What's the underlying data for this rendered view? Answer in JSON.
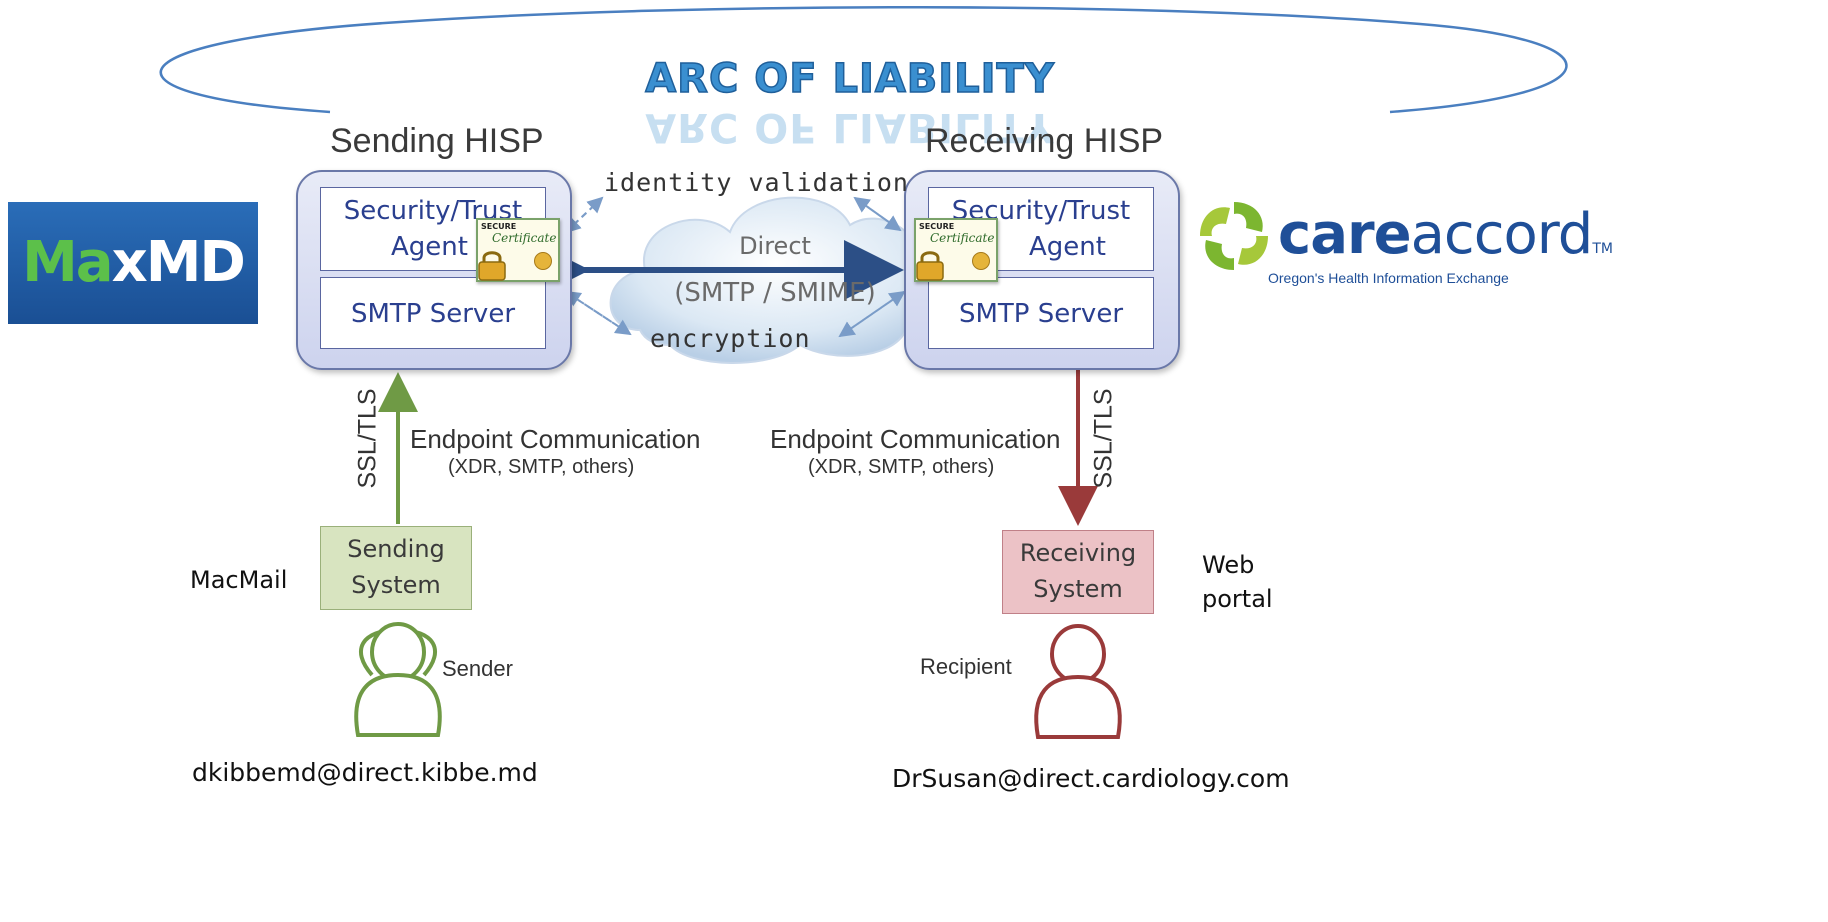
{
  "banner": {
    "title": "ARC OF LIABILITY"
  },
  "sending_hisp": {
    "title": "Sending HISP",
    "security_agent": [
      "Security/Trust",
      "Agent"
    ],
    "smtp_server": "SMTP Server"
  },
  "receiving_hisp": {
    "title": "Receiving HISP",
    "security_agent": [
      "Security/Trust",
      "Agent"
    ],
    "smtp_server": "SMTP Server"
  },
  "certificate": {
    "line1": "SECURE",
    "line2": "Certificate"
  },
  "channel": {
    "top_label": "identity validation",
    "bottom_label": "encryption",
    "cloud_line1": "Direct",
    "cloud_line2": "(SMTP / SMIME)"
  },
  "sending_endpoint": {
    "protocol": "SSL/TLS",
    "label": "Endpoint Communication",
    "sublabel": "(XDR, SMTP, others)"
  },
  "receiving_endpoint": {
    "protocol": "SSL/TLS",
    "label": "Endpoint Communication",
    "sublabel": "(XDR, SMTP, others)"
  },
  "sending_system": {
    "lines": [
      "Sending",
      "System"
    ],
    "client": "MacMail"
  },
  "receiving_system": {
    "lines": [
      "Receiving",
      "System"
    ],
    "client_lines": [
      "Web",
      "portal"
    ]
  },
  "sender": {
    "role": "Sender",
    "email": "dkibbemd@direct.kibbe.md"
  },
  "recipient": {
    "role": "Recipient",
    "email": "DrSusan@direct.cardiology.com"
  },
  "logos": {
    "maxmd": {
      "part1": "Ma",
      "part2": "x",
      "part3": "MD"
    },
    "careaccord": {
      "name_part1": "care",
      "name_part2": "accord",
      "trademark": "TM",
      "tagline": "Oregon's Health Information Exchange"
    }
  },
  "colors": {
    "hisp_border": "#6a78a8",
    "sending_system": "#d8e4c0",
    "receiving_system": "#ecc2c6",
    "sending_arrow": "#6f9a45",
    "receiving_arrow": "#9a3a3a",
    "direct_arrow": "#2c4f86",
    "maxmd_green": "#5cc04a",
    "careaccord_blue": "#1f4f98",
    "careaccord_green": "#7cb630"
  },
  "icons": [
    "person-sender-icon",
    "person-recipient-icon",
    "lock-icon",
    "certificate-icon",
    "cloud-icon"
  ]
}
